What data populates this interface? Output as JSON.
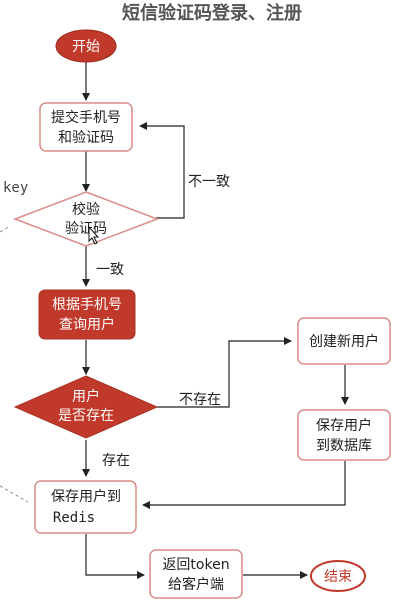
{
  "title": "短信验证码登录、注册",
  "nodes": {
    "start": "开始",
    "submit_line1": "提交手机号",
    "submit_line2": "和验证码",
    "verify_line1": "校验",
    "verify_line2": "验证码",
    "query_line1": "根据手机号",
    "query_line2": "查询用户",
    "exists_line1": "用户",
    "exists_line2": "是否存在",
    "create_user": "创建新用户",
    "save_db_line1": "保存用户",
    "save_db_line2": "到数据库",
    "save_redis_line1": "保存用户到",
    "save_redis_line2": "Redis",
    "return_line1": "返回token",
    "return_line2": "给客户端",
    "end": "结束"
  },
  "edges": {
    "inconsistent": "不一致",
    "consistent": "一致",
    "not_exist": "不存在",
    "exist": "存在"
  },
  "partial_left_label": "key",
  "colors": {
    "accent_red": "#c0392b",
    "box_border": "#d98c88",
    "line": "#222222",
    "text": "#222222",
    "title": "#555555"
  }
}
